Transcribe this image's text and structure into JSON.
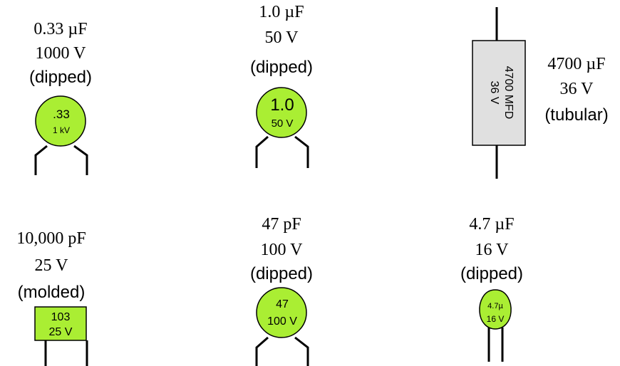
{
  "capacitors": [
    {
      "id": "c033",
      "value": "0.33 µF",
      "voltage": "1000 V",
      "kind": "(dipped)",
      "marking_line1": ".33",
      "marking_line2": "1 kV"
    },
    {
      "id": "c10",
      "value": "1.0 µF",
      "voltage": "50 V",
      "kind": "(dipped)",
      "marking_line1": "1.0",
      "marking_line2": "50 V"
    },
    {
      "id": "c4700",
      "value": "4700 µF",
      "voltage": "36 V",
      "kind": "(tubular)",
      "marking_line1": "4700 MFD",
      "marking_line2": "36 V"
    },
    {
      "id": "c10000p",
      "value": "10,000 pF",
      "voltage": "25 V",
      "kind": "(molded)",
      "marking_line1": "103",
      "marking_line2": "25 V"
    },
    {
      "id": "c47p",
      "value": "47 pF",
      "voltage": "100 V",
      "kind": "(dipped)",
      "marking_line1": "47",
      "marking_line2": "100 V"
    },
    {
      "id": "c47u",
      "value": "4.7 µF",
      "voltage": "16 V",
      "kind": "(dipped)",
      "marking_line1": "4.7µ",
      "marking_line2": "16 V"
    }
  ],
  "colors": {
    "body": "#aaee33",
    "tubular_body": "#e0e0e0",
    "ink": "#000000"
  }
}
